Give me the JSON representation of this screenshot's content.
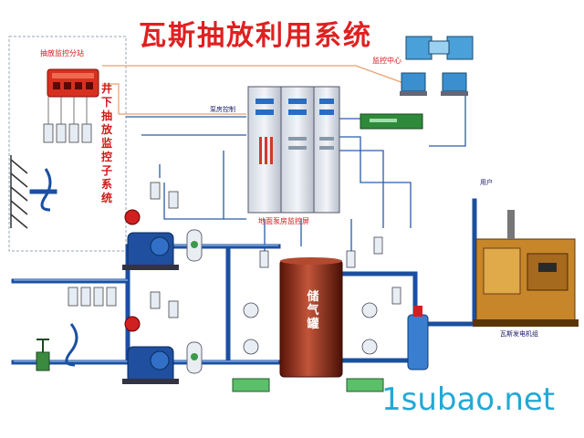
{
  "title": "瓦斯抽放利用系统",
  "labels": {
    "substation": "抽放监控分站",
    "underground_subsystem": "井下抽放监控子系统",
    "monitor_center": "监控中心",
    "pump_monitor_screen": "地面泵房监控屏",
    "gas_tank": "储气罐",
    "pump_control": "泵房控制",
    "user": "用户",
    "generator": "瓦斯发电机组"
  },
  "watermark": "1subao.net",
  "colors": {
    "title": "#e02020",
    "pipe": "#1b4fa0",
    "signal_line": "#e8a070",
    "tank": "#8b2a1a",
    "watermark": "#22a9d6"
  }
}
